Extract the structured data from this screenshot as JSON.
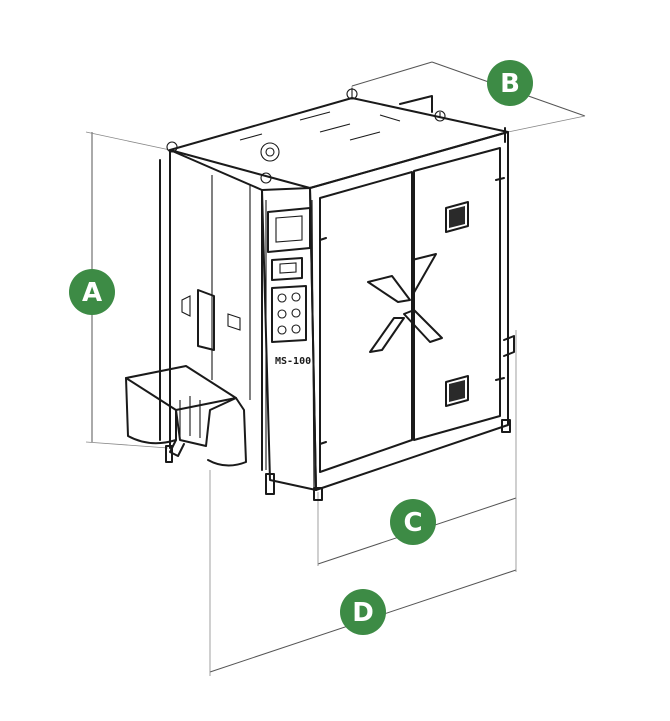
{
  "badges": {
    "color": "#3d8b45",
    "a": "A",
    "b": "B",
    "c": "C",
    "d": "D"
  },
  "panel": {
    "model_label": "MS-100"
  }
}
